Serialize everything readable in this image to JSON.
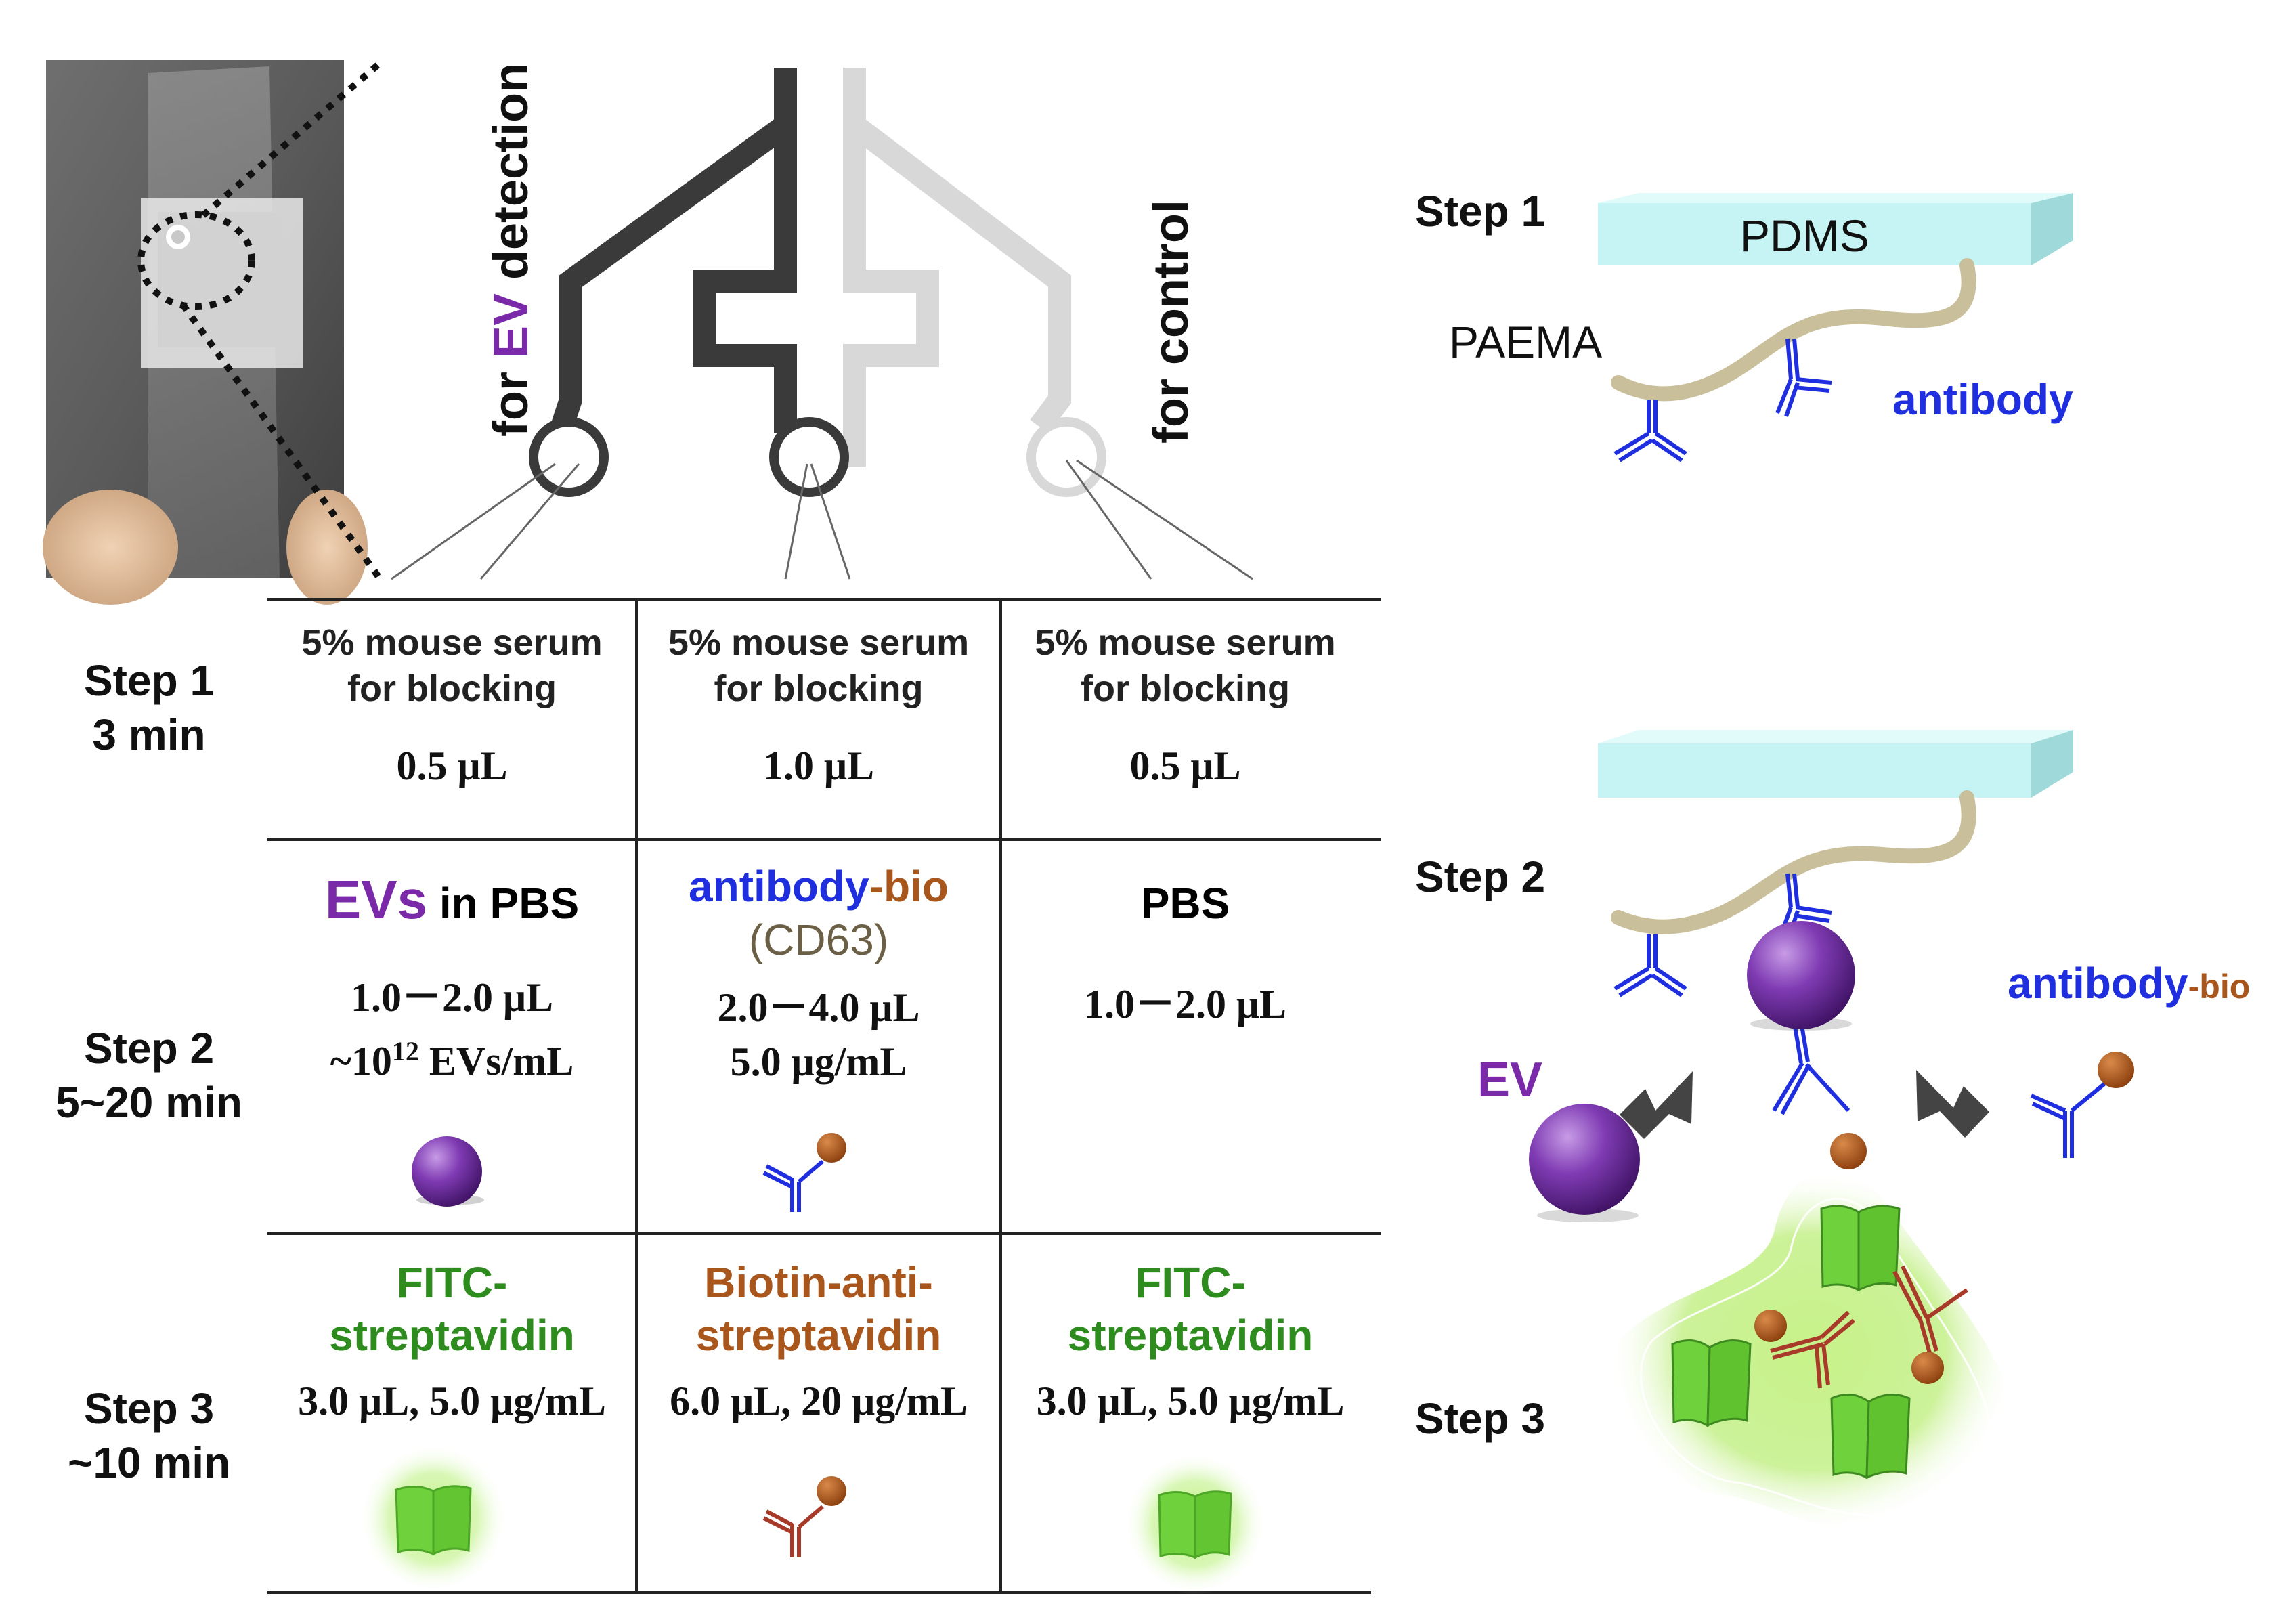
{
  "colors": {
    "dark_channel": "#3a3a3a",
    "light_channel": "#d8d8d8",
    "antibody": "#1f2fe0",
    "biotin": "#a8561c",
    "ev": "#6a2a9a",
    "fitc": "#6fd23c",
    "pdms": "#c6f3f3",
    "paema": "#c9bf9a"
  },
  "chip": {
    "label_ev_prefix": "for ",
    "label_ev_highlight": "EV",
    "label_ev_suffix": " detection",
    "label_control": "for control"
  },
  "table": {
    "rows": [
      {
        "label_line1": "Step 1",
        "label_line2": "3 min",
        "cells": [
          {
            "line1": "5%  mouse serum",
            "line2": "for blocking",
            "volume": "0.5 μL"
          },
          {
            "line1": "5%  mouse serum",
            "line2": "for blocking",
            "volume": "1.0 μL"
          },
          {
            "line1": "5%  mouse serum",
            "line2": "for blocking",
            "volume": "0.5 μL"
          }
        ]
      },
      {
        "label_line1": "Step 2",
        "label_line2": "5~20 min",
        "cells": [
          {
            "title_a": "EVs",
            "title_b": " in PBS",
            "line1": "1.0－2.0 μL",
            "line2_pre": "~10",
            "line2_sup": "12",
            "line2_post": " EVs/mL"
          },
          {
            "title_a": "antibody",
            "title_b": "-bio",
            "sub": "(CD63)",
            "line1": "2.0－4.0 μL",
            "line2": "5.0 μg/mL"
          },
          {
            "title": "PBS",
            "line1": "1.0－2.0 μL"
          }
        ]
      },
      {
        "label_line1": "Step 3",
        "label_line2": "~10 min",
        "cells": [
          {
            "title1": "FITC-",
            "title2": "streptavidin",
            "line1": "3.0 μL, 5.0 μg/mL"
          },
          {
            "title1": "Biotin-anti-",
            "title2": "streptavidin",
            "line1": "6.0 μL, 20 μg/mL"
          },
          {
            "title1": "FITC-",
            "title2": "streptavidin",
            "line1": "3.0 μL, 5.0 μg/mL"
          }
        ]
      }
    ]
  },
  "schematic": {
    "step1": "Step 1",
    "step2": "Step 2",
    "step3": "Step 3",
    "pdms": "PDMS",
    "paema": "PAEMA",
    "antibody": "antibody",
    "ev": "EV",
    "antibody_bio_a": "antibody",
    "antibody_bio_b": "-bio"
  }
}
